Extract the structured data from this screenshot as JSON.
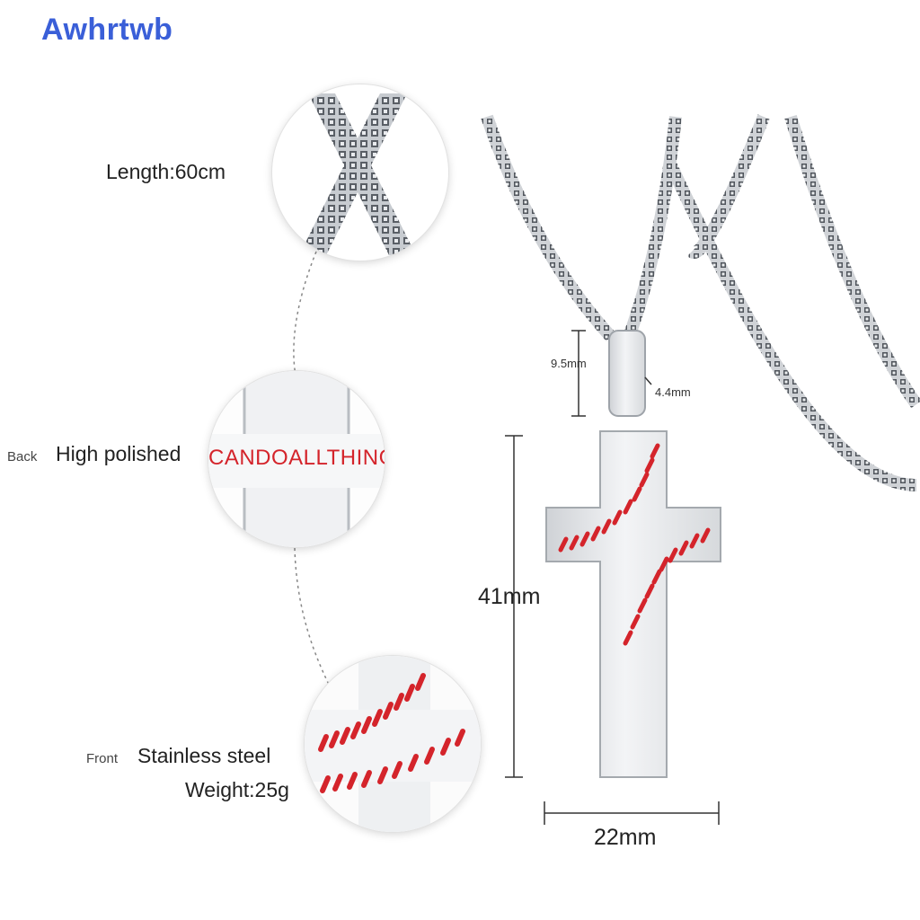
{
  "brand": {
    "name": "Awhrtwb",
    "color": "#3a5fd8"
  },
  "features": {
    "length": "Length:60cm",
    "back_tag": "Back",
    "back_desc": "High polished",
    "engraving": "CANDOALLTHING",
    "front_tag": "Front",
    "front_desc": "Stainless steel",
    "weight": "Weight:25g"
  },
  "dimensions": {
    "bail_height": "9.5mm",
    "bail_width": "4.4mm",
    "cross_height": "41mm",
    "cross_width": "22mm"
  },
  "colors": {
    "stitch_red": "#d4242b",
    "steel": "#e3e5e8"
  }
}
